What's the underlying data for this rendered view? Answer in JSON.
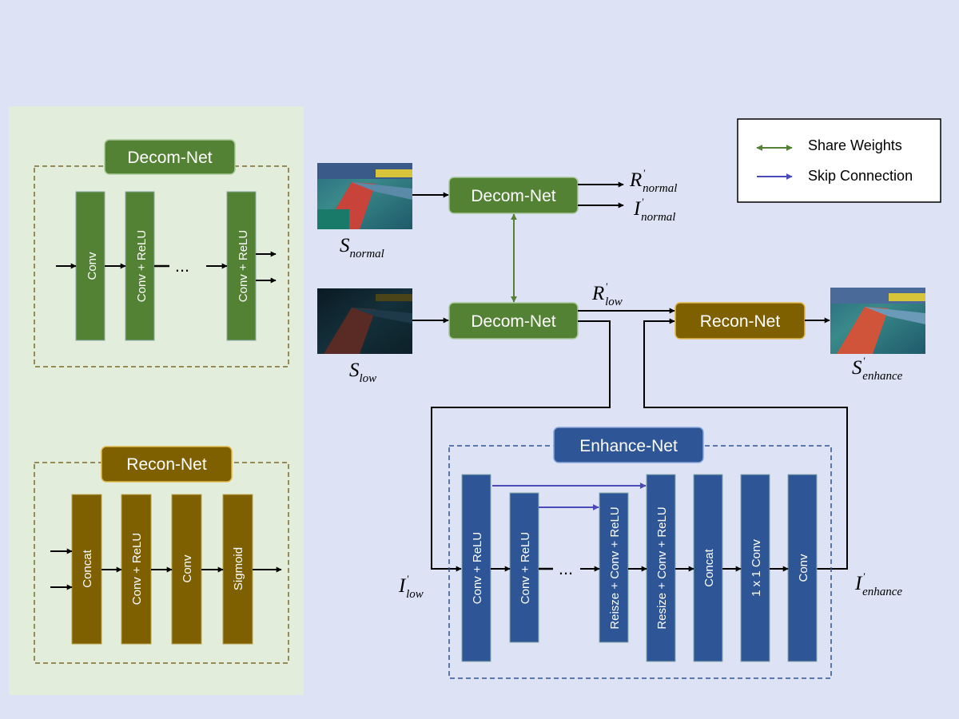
{
  "colors": {
    "background": "#dde3f5",
    "left_panel": "#e2eedb",
    "decom_green": "#548235",
    "recon_brown": "#7f6000",
    "enhance_blue": "#2e5596",
    "share_arrow": "#548235",
    "skip_arrow": "#4a4ab8"
  },
  "legend": {
    "share_weights": "Share Weights",
    "skip_connection": "Skip Connection"
  },
  "detail_decom": {
    "title": "Decom-Net",
    "layers": [
      "Conv",
      "Conv + ReLU",
      "Conv + ReLU"
    ],
    "ellipsis": "..."
  },
  "detail_recon": {
    "title": "Recon-Net",
    "layers": [
      "Concat",
      "Conv + ReLU",
      "Conv",
      "Sigmoid"
    ]
  },
  "main": {
    "decom_top": "Decom-Net",
    "decom_bottom": "Decom-Net",
    "recon": "Recon-Net",
    "enhance_title": "Enhance-Net",
    "enhance_layers": [
      "Conv + ReLU",
      "Conv + ReLU",
      "Reisze + Conv + ReLU",
      "Resize + Conv + ReLU",
      "Concat",
      "1 x 1 Conv",
      "Conv"
    ],
    "ellipsis": "..."
  },
  "symbols": {
    "s_normal": {
      "base": "S",
      "sub": "normal",
      "prime": ""
    },
    "s_low": {
      "base": "S",
      "sub": "low",
      "prime": ""
    },
    "r_normal": {
      "base": "R",
      "sub": "normal",
      "prime": "'"
    },
    "i_normal": {
      "base": "I",
      "sub": "normal",
      "prime": "'"
    },
    "r_low": {
      "base": "R",
      "sub": "low",
      "prime": "'"
    },
    "i_low": {
      "base": "I",
      "sub": "low",
      "prime": "'"
    },
    "s_enhance": {
      "base": "S",
      "sub": "enhance",
      "prime": "'"
    },
    "i_enhance": {
      "base": "I",
      "sub": "enhance",
      "prime": "'"
    }
  }
}
